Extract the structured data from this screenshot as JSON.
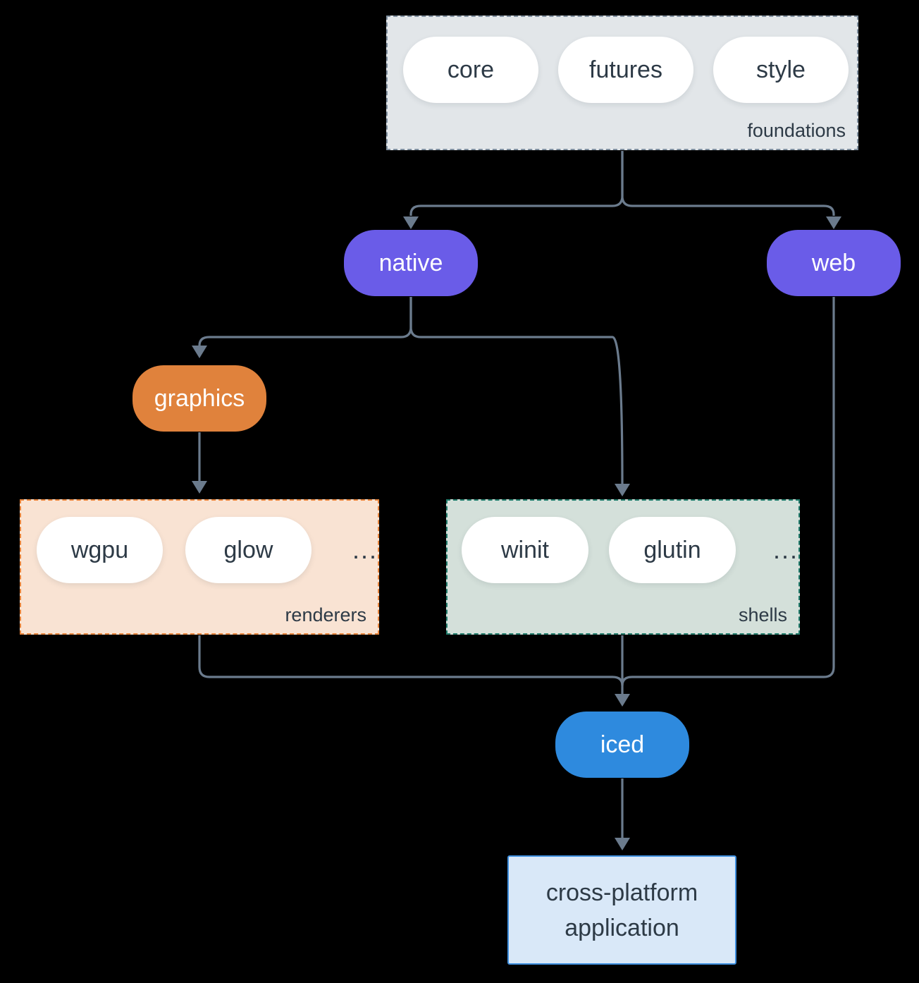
{
  "colors": {
    "bg": "#000000",
    "line": "#6b7b8d",
    "text-dark": "#2d3a46",
    "pill-white": "#ffffff",
    "node-purple": "#6a5ce8",
    "node-orange": "#e0823c",
    "node-blue": "#2e8ade",
    "foundations-fill": "#e2e6e9",
    "foundations-border": "#8090a0",
    "renderers-fill": "#f9e3d3",
    "renderers-border": "#e8853d",
    "shells-fill": "#d4e0da",
    "shells-border": "#217c6c",
    "app-fill": "#d9e8f8",
    "app-border": "#3f90e0"
  },
  "groups": {
    "foundations": {
      "label": "foundations",
      "pills": [
        "core",
        "futures",
        "style"
      ]
    },
    "renderers": {
      "label": "renderers",
      "pills": [
        "wgpu",
        "glow"
      ],
      "ellipsis": "..."
    },
    "shells": {
      "label": "shells",
      "pills": [
        "winit",
        "glutin"
      ],
      "ellipsis": "..."
    }
  },
  "nodes": {
    "native": "native",
    "web": "web",
    "graphics": "graphics",
    "iced": "iced"
  },
  "app": {
    "line1": "cross-platform",
    "line2": "application"
  }
}
